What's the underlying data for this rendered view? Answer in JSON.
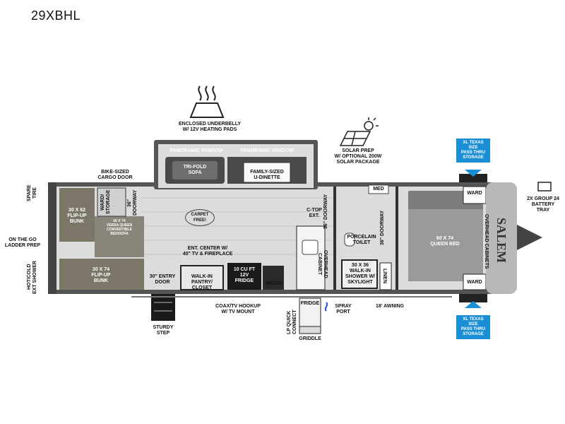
{
  "model": "29XBHL",
  "labels": {
    "underbelly": "ENCLOSED UNDERBELLY\nW/ 12V HEATING PADS",
    "solar": "SOLAR PREP\nW/ OPTIONAL 200W\nSOLAR PACKAGE",
    "pano_left": "PANORAMIC WINDOW",
    "pano_right": "PANORAMIC WINDOW",
    "sofa": "TRI-FOLD\nSOFA",
    "dinette": "FAMILY-SIZED\nU-DINETTE",
    "bike_door": "BIKE-SIZED\nCARGO DOOR",
    "spare_tire": "SPARE\nTIRE",
    "ladder": "ON THE GO\nLADDER PREP",
    "ext_shower": "HOT/COLD\nEXT SHOWER",
    "upper_bunk": "30 X 62\nFLIP-UP\nBUNK",
    "lower_bunk": "30 X 74\nFLIP-UP\nBUNK",
    "ward_storage": "WARD/\nSTORAGE",
    "doorway_36_left": "36\"\nDOORWAY",
    "versa": "60 X 74\nVERSA QUEEN\nCONVERTIBLE\nBED/SOFA",
    "carpet_free": "CARPET\nFREE!",
    "ent_center": "ENT. CENTER W/\n40\" TV & FIREPLACE",
    "entry_door": "30\" ENTRY\nDOOR",
    "pantry": "WALK-IN\nPANTRY/\nCLOSET",
    "fridge": "10 CU FT\n12V\nFRIDGE",
    "micro": "MICRO",
    "c_top": "C-TOP\nEXT.",
    "doorway_36_mid": "36\" DOORWAY",
    "overhead_cabinet": "OVERHEAD\nCABINET",
    "med": "MED",
    "toilet": "PORCELAIN\nTOILET",
    "doorway_36_right": "36\" DOORWAY",
    "shower": "30 X 36\nWALK-IN\nSHOWER W/\nSKYLIGHT",
    "linen": "LINEN",
    "queen_bed": "60 X 74\nQUEEN BED",
    "overhead_cabinets": "OVERHEAD CABINETS",
    "ward_top": "WARD",
    "ward_bottom": "WARD",
    "xl_top": "XL TEXAS SIZE\nPASS THRU\nSTORAGE",
    "xl_bottom": "XL TEXAS SIZE\nPASS THRU\nSTORAGE",
    "battery": "2X GROUP 24\nBATTERY\nTRAY",
    "step": "STURDY\nSTEP",
    "coax": "COAX/TV HOOKUP\nW/ TV MOUNT",
    "lp": "LP QUICK\nCONNECT",
    "fridge_ext": "FRIDGE",
    "griddle": "GRIDDLE",
    "spray": "SPRAY\nPORT",
    "awning": "18' AWNING",
    "brand": "SALEM"
  },
  "colors": {
    "bunk": "#7c7669",
    "floor": "#d9d9d9",
    "wall": "#222222",
    "accent": "#1a8fd6"
  }
}
